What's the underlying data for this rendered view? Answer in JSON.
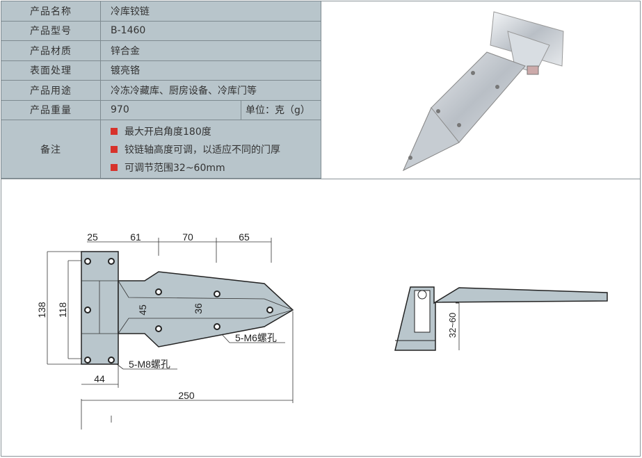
{
  "spec": {
    "rows": [
      {
        "label": "产品名称",
        "value": "冷库铰链"
      },
      {
        "label": "产品型号",
        "value": "B-1460"
      },
      {
        "label": "产品材质",
        "value": "锌合金"
      },
      {
        "label": "表面处理",
        "value": "镀亮铬"
      },
      {
        "label": "产品用途",
        "value": "冷冻冷藏库、厨房设备、冷库门等"
      },
      {
        "label": "产品重量",
        "value": "970",
        "unit": "单位：克（g）"
      }
    ],
    "notes_label": "备注",
    "notes": [
      "最大开启角度180度",
      "铰链轴高度可调，以适应不同的门厚",
      "可调节范围32~60mm"
    ],
    "bullet_color": "#d7322b"
  },
  "drawing": {
    "dims": {
      "d25": "25",
      "d61": "61",
      "d70": "70",
      "d65": "65",
      "d138": "138",
      "d118": "118",
      "d45": "45",
      "d36": "36",
      "d44": "44",
      "d250": "250",
      "m6": "5-M6螺孔",
      "m8": "5-M8螺孔"
    },
    "side": {
      "adj": "32~60"
    }
  }
}
